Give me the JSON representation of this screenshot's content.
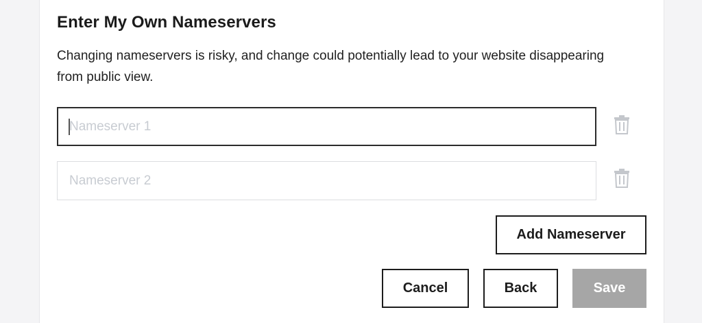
{
  "section": {
    "title": "Enter My Own Nameservers",
    "description": "Changing nameservers is risky, and change could potentially lead to your website disappearing from public view."
  },
  "nameservers": [
    {
      "placeholder": "Nameserver 1",
      "value": "",
      "focused": true,
      "delete_icon": "trash-icon"
    },
    {
      "placeholder": "Nameserver 2",
      "value": "",
      "focused": false,
      "delete_icon": "trash-icon"
    }
  ],
  "buttons": {
    "add_label": "Add Nameserver",
    "cancel_label": "Cancel",
    "back_label": "Back",
    "save_label": "Save"
  },
  "colors": {
    "save_disabled_bg": "#a6a6a6",
    "border_dark": "#1c1c1c",
    "placeholder": "#c8ccd2",
    "icon": "#c4c7cc"
  }
}
